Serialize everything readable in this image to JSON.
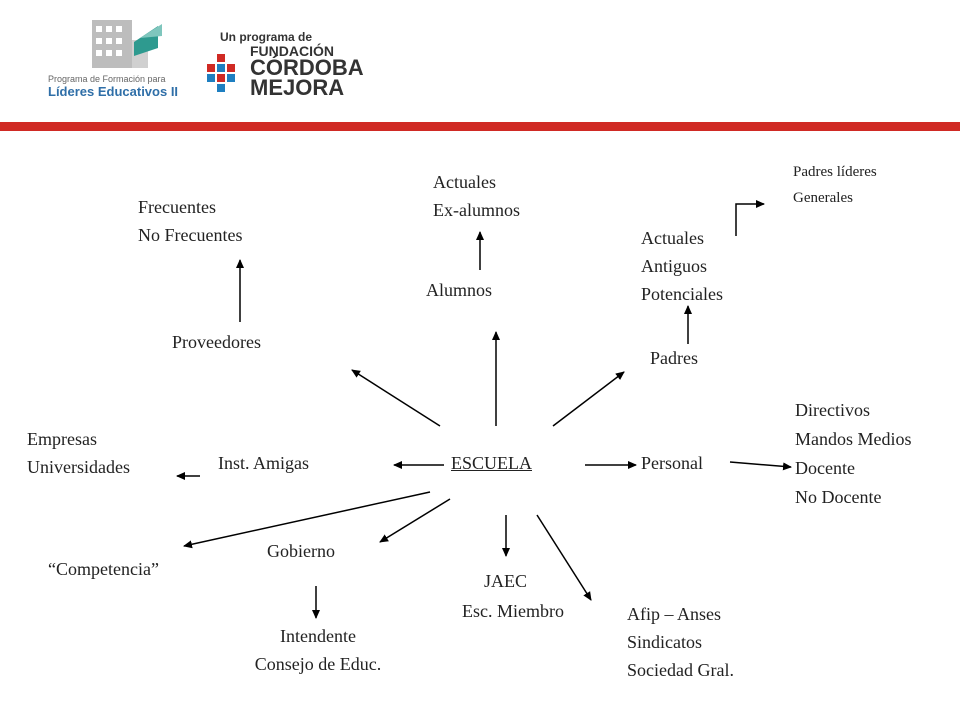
{
  "header": {
    "logo_left": {
      "line1": "Programa de Formación para",
      "line2": "Líderes Educativos II"
    },
    "logo_right": {
      "line1": "Un programa de",
      "line2": "FUNDACIÓN",
      "line3": "CÓRDOBA",
      "line4": "MEJORA"
    },
    "accent_color": "#d02a24"
  },
  "diagram": {
    "center": "ESCUELA",
    "proveedores": {
      "label": "Proveedores",
      "children": [
        "Frecuentes",
        "No Frecuentes"
      ]
    },
    "alumnos": {
      "label": "Alumnos",
      "children": [
        "Actuales",
        "Ex-alumnos"
      ]
    },
    "padres": {
      "label": "Padres",
      "children": [
        "Actuales",
        "Antiguos",
        "Potenciales"
      ],
      "grandchildren": [
        "Padres líderes",
        "Generales"
      ]
    },
    "inst_amigas": {
      "label": "Inst. Amigas",
      "children": [
        "Empresas",
        "Universidades"
      ]
    },
    "personal": {
      "label": "Personal",
      "children": [
        "Directivos",
        "Mandos Medios",
        "Docente",
        "No Docente"
      ]
    },
    "competencia": {
      "label": "“Competencia”"
    },
    "gobierno": {
      "label": "Gobierno",
      "children": [
        "Intendente",
        "Consejo de Educ."
      ]
    },
    "jaec": {
      "label": "JAEC",
      "sub": "Esc. Miembro"
    },
    "otros": {
      "children": [
        "Afip – Anses",
        "Sindicatos",
        "Sociedad Gral."
      ]
    }
  }
}
